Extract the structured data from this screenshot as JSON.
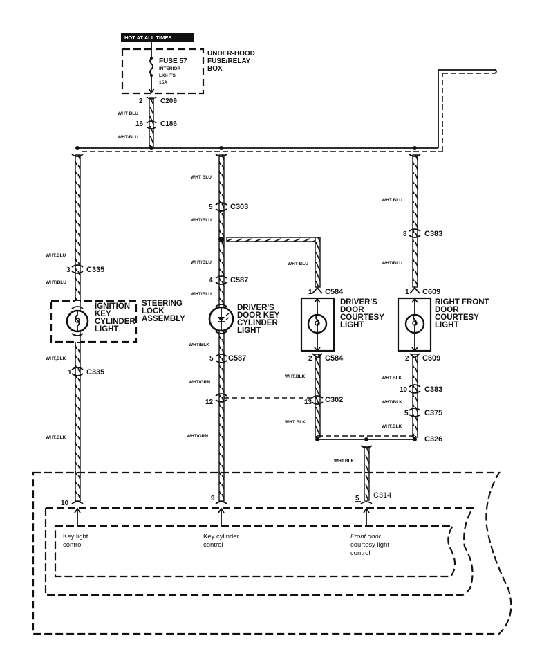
{
  "power": {
    "banner": "HOT AT ALL TIMES",
    "fuse_name": "FUSE 57",
    "fuse_desc_1": "INTERIOR",
    "fuse_desc_2": "LIGHTS",
    "fuse_rating": "15A",
    "box_label_1": "UNDER-HOOD",
    "box_label_2": "FUSE/RELAY",
    "box_label_3": "BOX"
  },
  "feed": {
    "c209_pin": "2",
    "c209": "C209",
    "c186_pin": "16",
    "c186": "C186",
    "wire_1": "WHT BLU",
    "wire_2": "WHT-BLU"
  },
  "branch_left": {
    "wire_top": "WHT.BLU",
    "c335_top_pin": "3",
    "c335_top": "C335",
    "wire_mid": "WHT/BLU",
    "component_1": "IGNITION",
    "component_2": "KEY",
    "component_3": "CYLINDER",
    "component_4": "LIGHT",
    "assembly_1": "STEERING",
    "assembly_2": "LOCK",
    "assembly_3": "ASSEMBLY",
    "wire_low": "WHT,BLK",
    "c335_bot_pin": "1",
    "c335_bot": "C335",
    "wire_bottom": "WHT.BLK",
    "ecu_pin": "10"
  },
  "branch_mid": {
    "wire_1": "WHT BLU",
    "c303_pin": "5",
    "c303": "C303",
    "wire_2": "WHT/BLU",
    "wire_3": "WHT/BLU",
    "c587_top_pin": "4",
    "c587_top": "C587",
    "wire_4": "WHT/BLU",
    "component_1": "DRIVER'S",
    "component_2": "DOOR KEY",
    "component_3": "CYLINDER",
    "component_4": "LIGHT",
    "wire_5": "WHT/BLK",
    "c587_bot_pin": "5",
    "c587_bot": "C587",
    "wire_6": "WHT/GRN",
    "c302_pin": "12",
    "wire_7": "WHT/GRN",
    "ecu_pin": "9"
  },
  "branch_driver_door": {
    "wire_1": "WHT BLU",
    "c584_top_pin": "1",
    "c584_top": "C584",
    "component_1": "DRIVER'S",
    "component_2": "DOOR",
    "component_3": "COURTESY",
    "component_4": "LIGHT",
    "c584_bot_pin": "2",
    "c584_bot": "C584",
    "wire_2": "WHT.BLK",
    "c302_pin": "13",
    "c302": "C302",
    "wire_3": "WHT BLK"
  },
  "branch_right": {
    "wire_1": "WHT BLU",
    "c383_top_pin": "8",
    "c383_top": "C383",
    "wire_2": "WHT/BLU",
    "c609_top_pin": "1",
    "c609_top": "C609",
    "component_1": "RIGHT FRONT",
    "component_2": "DOOR",
    "component_3": "COURTESY",
    "component_4": "LIGHT",
    "c609_bot_pin": "2",
    "c609_bot": "C609",
    "wire_3": "WHT.BLK",
    "c383_bot_pin": "10",
    "c383_bot": "C383",
    "wire_4": "WHT/BLK",
    "c375_pin": "5",
    "c375": "C375",
    "wire_5": "WHT.BLK",
    "c326": "C326"
  },
  "ground_branch": {
    "wire": "WHT.BLK",
    "c314_pin": "5",
    "c314": "C314"
  },
  "control_unit": {
    "ctrl_1_line1": "Key light",
    "ctrl_1_line2": "control",
    "ctrl_2_line1": "Key cylinder",
    "ctrl_2_line2": "control",
    "ctrl_3_line1": "Front door",
    "ctrl_3_line2": "courtesy light",
    "ctrl_3_line3": "control"
  }
}
